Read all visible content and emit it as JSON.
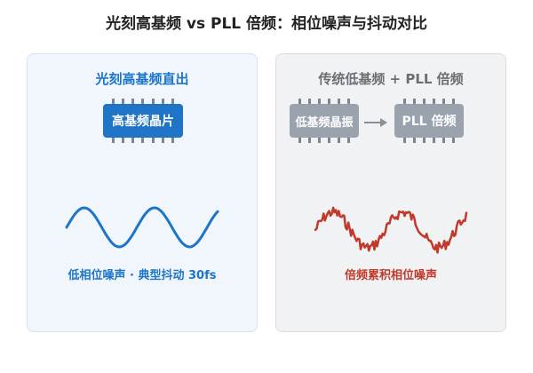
{
  "title": "光刻高基频 vs PLL 倍频：相位噪声与抖动对比",
  "left_panel": {
    "title": "光刻高基频直出",
    "chip_label": "高基频晶片",
    "caption": "低相位噪声 · 典型抖动 30fs",
    "accent_color": "#1b75c8"
  },
  "right_panel": {
    "title": "传统低基频 + PLL 倍频",
    "chip1_label": "低基频晶振",
    "chip2_label": "PLL 倍频",
    "caption": "倍频累积相位噪声",
    "chip_color": "#9aa3ad",
    "noise_color": "#c0392b"
  },
  "colors": {
    "chip_blue": "#1f74c6",
    "pin_gray": "#7d8590",
    "arrow_gray": "#8a8f96"
  },
  "icons": [
    "arrow-right-icon"
  ]
}
